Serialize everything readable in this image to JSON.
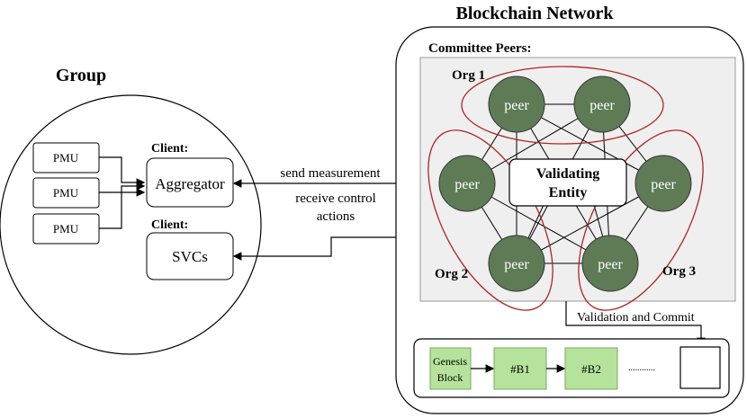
{
  "group": {
    "title": "Group",
    "pmus": [
      "PMU",
      "PMU",
      "PMU"
    ],
    "client_aggregator_label": "Client:",
    "aggregator": "Aggregator",
    "client_svcs_label": "Client:",
    "svcs": "SVCs"
  },
  "links": {
    "send_measurement": "send measurement",
    "receive_control_line1": "receive control",
    "receive_control_line2": "actions"
  },
  "network": {
    "title": "Blockchain Network",
    "committee_label": "Committee Peers:",
    "org1": "Org 1",
    "org2": "Org 2",
    "org3": "Org 3",
    "peer_label": "peer",
    "validating_line1": "Validating",
    "validating_line2": "Entity",
    "validation_commit": "Validation and Commit"
  },
  "ledger": {
    "genesis_line1": "Genesis",
    "genesis_line2": "Block",
    "b1": "#B1",
    "b2": "#B2",
    "ellipsis": "............"
  },
  "colors": {
    "peer_fill": "#5e7b55",
    "org_outline": "#b02424",
    "committee_bg": "#efefef",
    "block_fill": "#b6e39c"
  }
}
